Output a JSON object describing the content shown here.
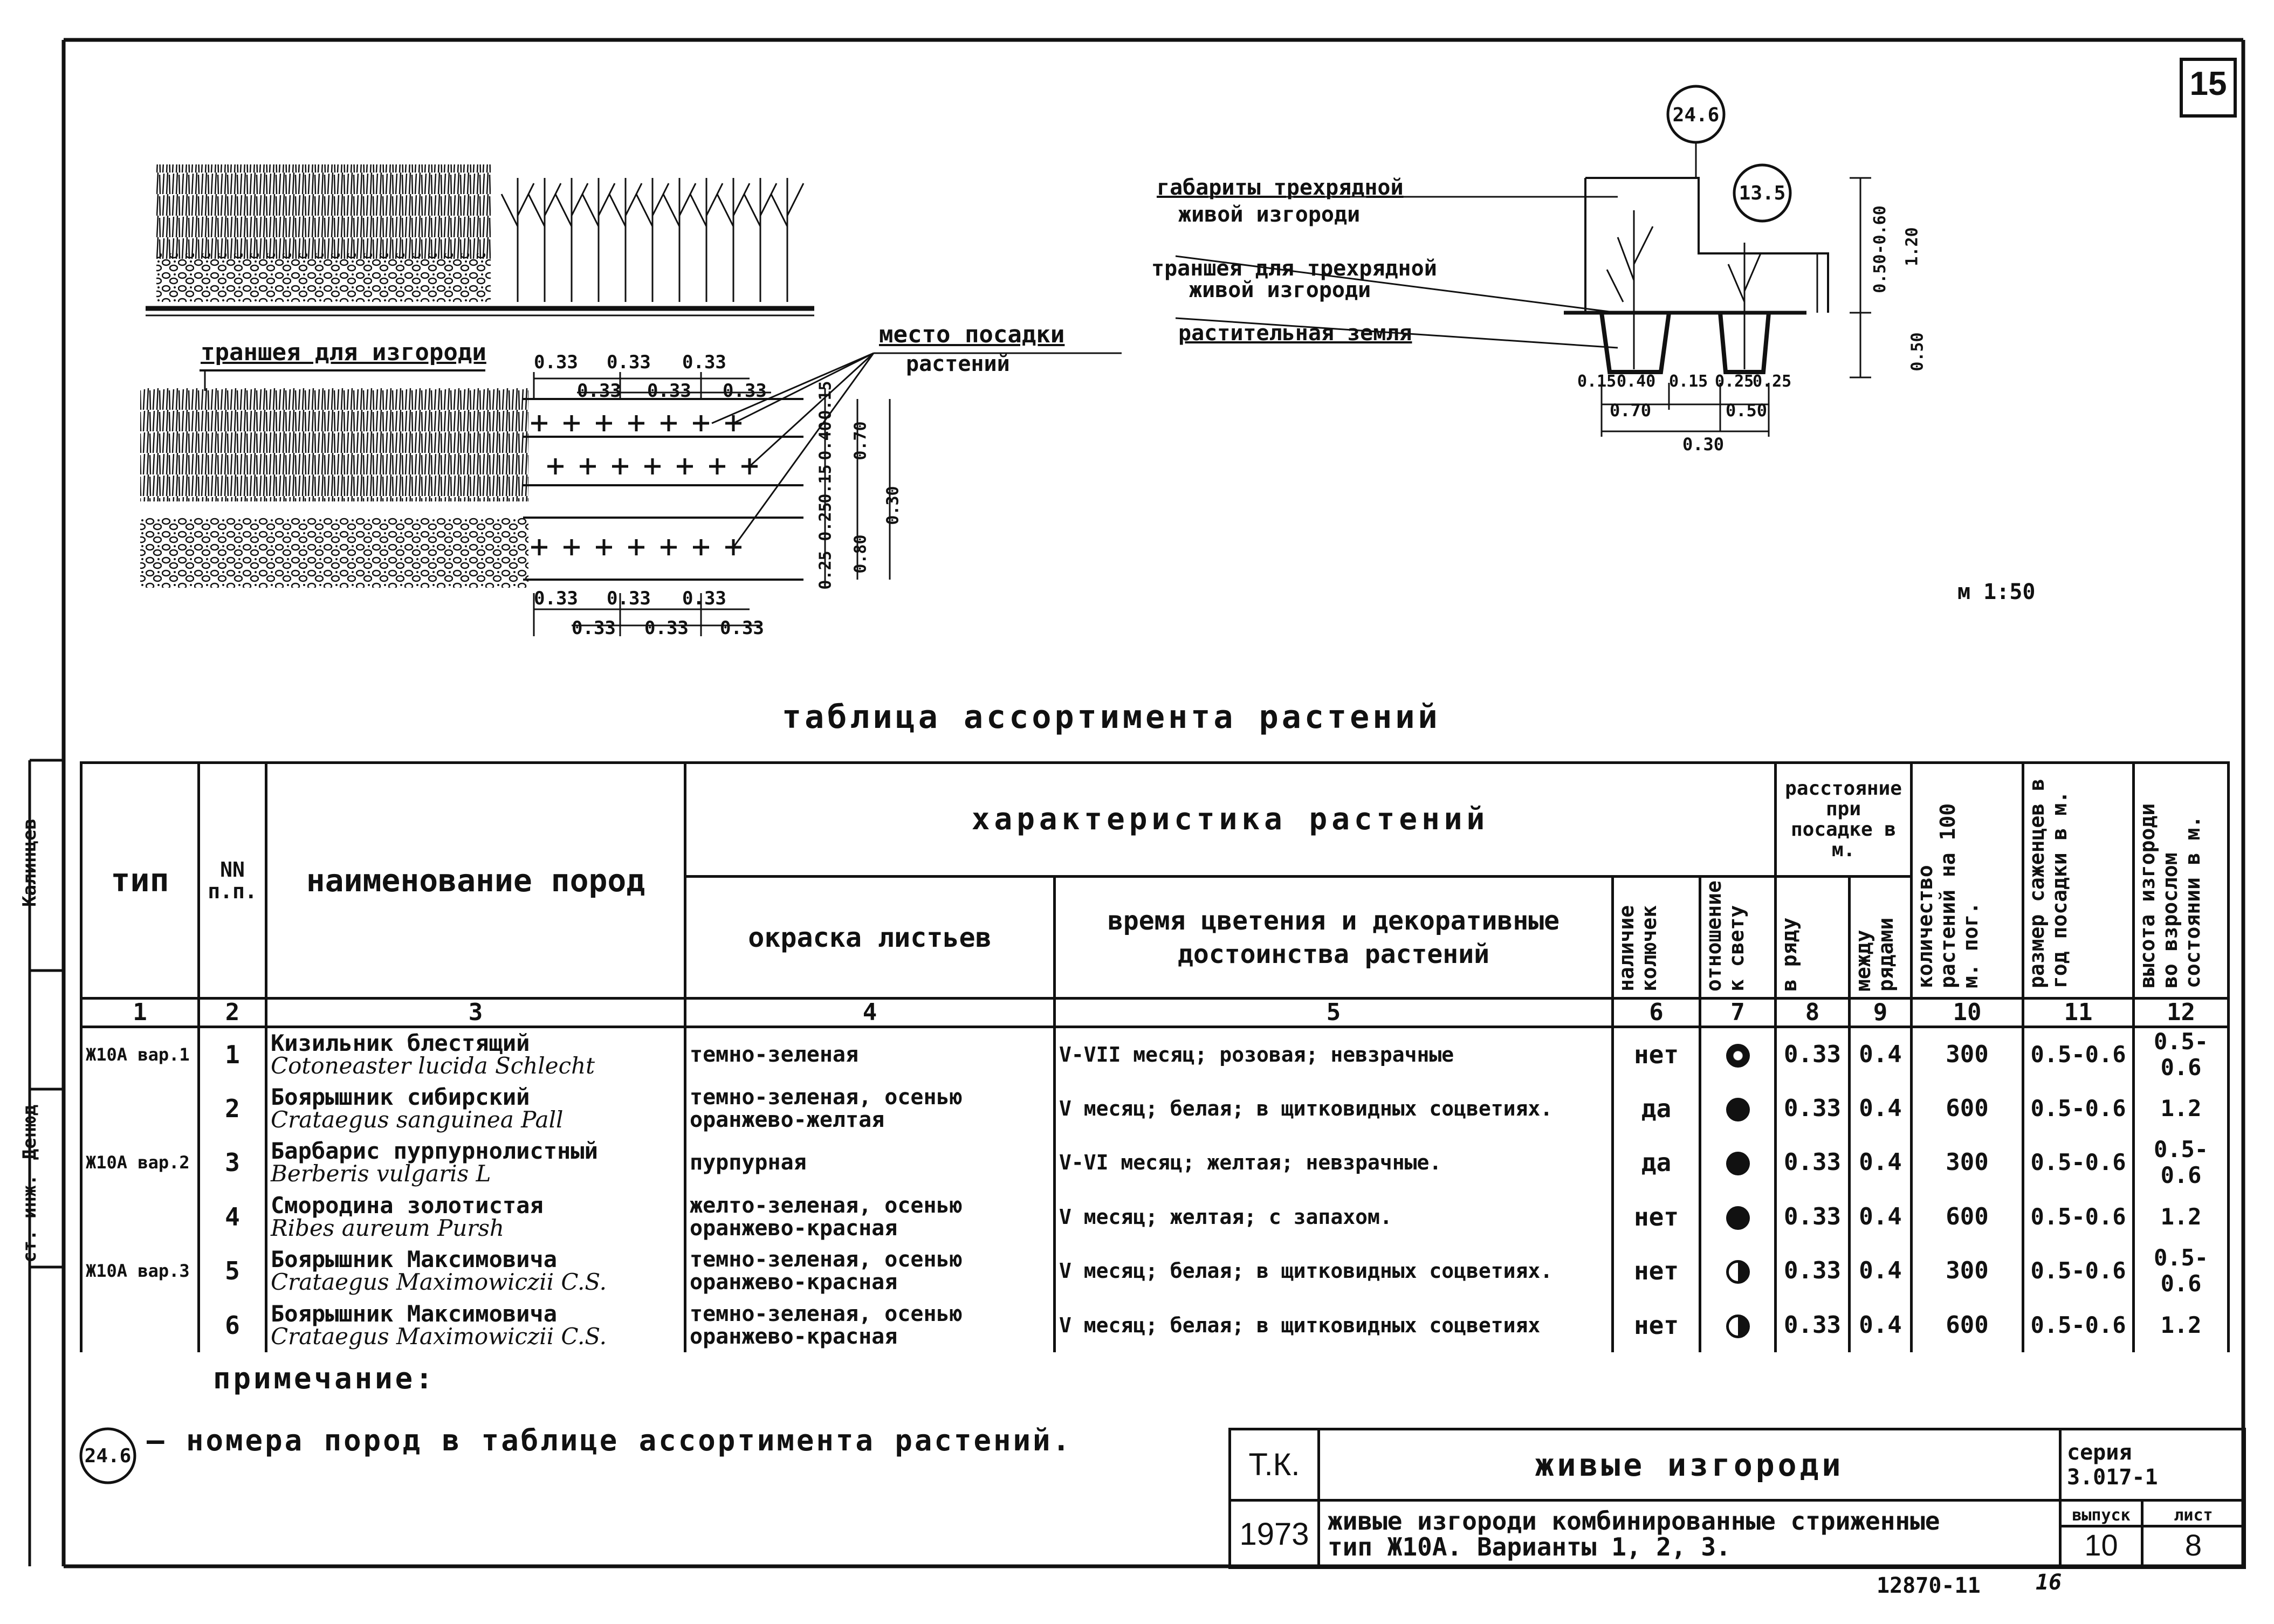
{
  "sheet": {
    "number": "15"
  },
  "left_drawing": {
    "trench_label": "траншея для изгороди",
    "planting_place": [
      "место посадки",
      "растений"
    ],
    "top_dims": [
      "0.33",
      "0.33",
      "0.33",
      "0.33",
      "0.33",
      "0.33"
    ],
    "bottom_dims": [
      "0.33",
      "0.33",
      "0.33",
      "0.33",
      "0.33",
      "0.33"
    ],
    "side_dims": [
      "0.15",
      "0.40",
      "0.15",
      "0.25",
      "0.25",
      "0.70",
      "0.80",
      "0.30"
    ]
  },
  "right_drawing": {
    "circle_a": "24.6",
    "circle_b": "13.5",
    "label_dimensions": [
      "габариты трехрядной",
      "живой изгороди"
    ],
    "label_trench": [
      "траншея для трехрядной",
      "живой изгороди"
    ],
    "label_soil": "растительная земля",
    "dims_bottom_row": [
      "0.15",
      "0.40",
      "0.15",
      "0.25",
      "0.25"
    ],
    "dims_mid": [
      "0.70",
      "0.50"
    ],
    "dim_total": "0.30",
    "dims_vertical": [
      "0.50-0.60",
      "1.20",
      "0.50"
    ],
    "scale": "м 1:50"
  },
  "table": {
    "title": "таблица ассортимента растений",
    "headers": {
      "type": "тип",
      "nn": "NN п.п.",
      "name": "наименование пород",
      "characteristics": "характеристика растений",
      "color": "окраска листьев",
      "bloom": "время цветения и декоративные достоинства растений",
      "thorns": "наличие колючек",
      "light": "отношение к свету",
      "distance": "расстояние при посадке в м.",
      "in_row": "в ряду",
      "between_rows": "между рядами",
      "count": "количество растений на 100 м. пог.",
      "size": "размер саженцев в год посадки в м.",
      "height": "высота изгороди во взрослом состоянии в м."
    },
    "column_numbers": [
      "1",
      "2",
      "3",
      "4",
      "5",
      "6",
      "7",
      "8",
      "9",
      "10",
      "11",
      "12"
    ],
    "rows": [
      {
        "type": "Ж10А вар.1",
        "n": "1",
        "name_ru": "Кизильник блестящий",
        "name_lat": "Cotoneaster lucida Schlecht",
        "color": "темно-зеленая",
        "bloom": "V-VII месяц; розовая; невзрачные",
        "thorns": "нет",
        "light": "ring",
        "in_row": "0.33",
        "between": "0.4",
        "count": "300",
        "size": "0.5-0.6",
        "height": "0.5-0.6"
      },
      {
        "type": "",
        "n": "2",
        "name_ru": "Боярышник сибирский",
        "name_lat": "Crataegus sanguinea Pall",
        "color": "темно-зеленая, осенью оранжево-желтая",
        "bloom": "V месяц; белая; в щитковидных соцветиях.",
        "thorns": "да",
        "light": "full",
        "in_row": "0.33",
        "between": "0.4",
        "count": "600",
        "size": "0.5-0.6",
        "height": "1.2"
      },
      {
        "type": "Ж10А вар.2",
        "n": "3",
        "name_ru": "Барбарис пурпурнолистный",
        "name_lat": "Berberis vulgaris L",
        "color": "пурпурная",
        "bloom": "V-VI месяц; желтая; невзрачные.",
        "thorns": "да",
        "light": "full",
        "in_row": "0.33",
        "between": "0.4",
        "count": "300",
        "size": "0.5-0.6",
        "height": "0.5-0.6"
      },
      {
        "type": "",
        "n": "4",
        "name_ru": "Смородина золотистая",
        "name_lat": "Ribes aureum Pursh",
        "color": "желто-зеленая, осенью оранжево-красная",
        "bloom": "V месяц; желтая; с запахом.",
        "thorns": "нет",
        "light": "full",
        "in_row": "0.33",
        "between": "0.4",
        "count": "600",
        "size": "0.5-0.6",
        "height": "1.2"
      },
      {
        "type": "Ж10А вар.3",
        "n": "5",
        "name_ru": "Боярышник Максимовича",
        "name_lat": "Crataegus Maximowiczii C.S.",
        "color": "темно-зеленая, осенью оранжево-красная",
        "bloom": "V месяц; белая; в щитковидных соцветиях.",
        "thorns": "нет",
        "light": "half",
        "in_row": "0.33",
        "between": "0.4",
        "count": "300",
        "size": "0.5-0.6",
        "height": "0.5-0.6"
      },
      {
        "type": "",
        "n": "6",
        "name_ru": "Боярышник Максимовича",
        "name_lat": "Crataegus Maximowiczii C.S.",
        "color": "темно-зеленая, осенью оранжево-красная",
        "bloom": "V месяц; белая; в щитковидных соцветиях",
        "thorns": "нет",
        "light": "half",
        "in_row": "0.33",
        "between": "0.4",
        "count": "600",
        "size": "0.5-0.6",
        "height": "1.2"
      }
    ]
  },
  "note": {
    "title": "примечание:",
    "circle": "24.6",
    "text": "— номера пород в таблице ассортимента растений."
  },
  "title_block": {
    "tk": "Т.К.",
    "year": "1973",
    "name": "живые изгороди",
    "subtitle_1": "живые изгороди комбинированные стриженные",
    "subtitle_2": "тип Ж10А. Варианты 1, 2, 3.",
    "series_label": "серия",
    "series_value": "3.017-1",
    "issue_label": "выпуск",
    "issue_value": "10",
    "sheet_label": "лист",
    "sheet_value": "8"
  },
  "footer": {
    "code": "12870-11",
    "page": "16"
  },
  "side_stamp": {
    "name1": "Калинцев",
    "name2": "Денюд",
    "role": "ст. инж."
  }
}
